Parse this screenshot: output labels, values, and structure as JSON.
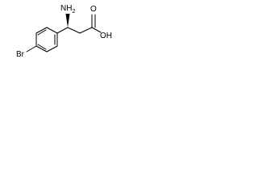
{
  "molecule": {
    "atoms": {
      "amine": "NH",
      "amine_sub": "2",
      "hydroxyl": "OH",
      "carbonyl_oxygen": "O",
      "bromine": "Br"
    },
    "wedge_color": "#000000"
  }
}
